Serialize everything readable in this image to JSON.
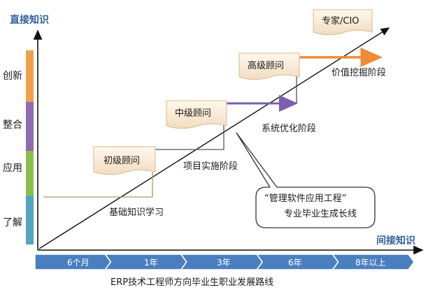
{
  "axes": {
    "y_label": "直接知识",
    "x_label": "间接知识"
  },
  "levels": [
    "创新",
    "整合",
    "应用",
    "了解"
  ],
  "level_colors": [
    "#f0a04a",
    "#8f6bb0",
    "#8cbf4a",
    "#4fa6c0"
  ],
  "roles": [
    {
      "label": "初级顾问"
    },
    {
      "label": "中级顾问"
    },
    {
      "label": "高级顾问"
    },
    {
      "label": "专家/CIO"
    }
  ],
  "stages": [
    {
      "label": "基础知识学习"
    },
    {
      "label": "项目实施阶段"
    },
    {
      "label": "系统优化阶段"
    },
    {
      "label": "价值挖掘阶段"
    }
  ],
  "callout": {
    "line1": "“管理软件应用工程”",
    "line2": "专业毕业生成长线"
  },
  "timeline": [
    "6个月",
    "1年",
    "3年",
    "6年",
    "8年以上"
  ],
  "caption": "ERP技术工程师方向毕业生职业发展路线",
  "colors": {
    "axis_label": "#2f5f9e",
    "timeline": "#4a7fbf",
    "stage_arrow_purple": "#7a5fb0",
    "stage_arrow_orange": "#f08a3a",
    "step_line": "#a89a6a"
  }
}
